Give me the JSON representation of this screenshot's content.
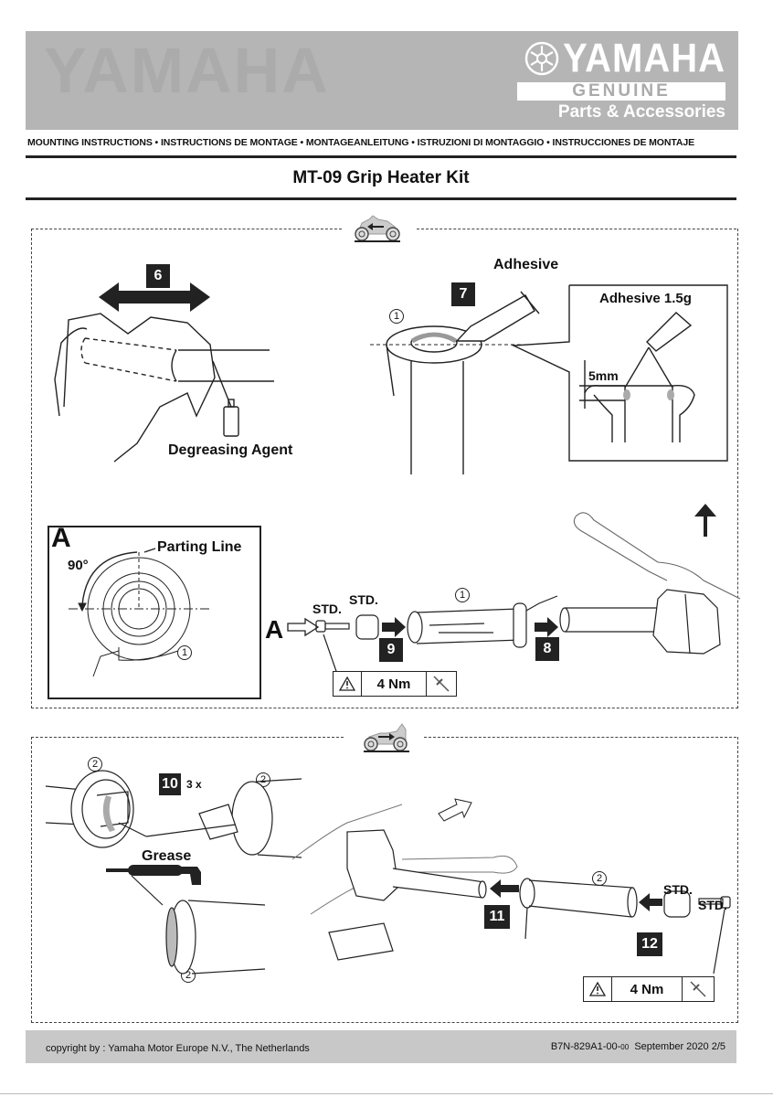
{
  "header": {
    "brand_name": "YAMAHA",
    "brand_line2": "GENUINE",
    "brand_line3": "Parts & Accessories",
    "logo_icon": "tuning-fork-emblem-icon",
    "ghost_text": "YAMAHA"
  },
  "languages_line": "MOUNTING INSTRUCTIONS  •  INSTRUCTIONS DE MONTAGE  •  MONTAGEANLEITUNG  •  ISTRUZIONI DI MONTAGGIO  •  INSTRUCCIONES DE MONTAJE",
  "title": "MT-09  Grip Heater Kit",
  "panel1": {
    "side_icon": "motorcycle-left-side-icon",
    "step6": {
      "number": "6",
      "label": "Degreasing Agent"
    },
    "step7": {
      "number": "7",
      "label": "Adhesive",
      "callout": "1",
      "detail_label": "Adhesive 1.5g",
      "detail_dimension": "5mm"
    },
    "detail_a": {
      "letter": "A",
      "parting_line": "Parting Line",
      "angle": "90°",
      "callout": "1"
    },
    "assembly": {
      "view_letter": "A",
      "std_bolt": "STD.",
      "std_weight": "STD.",
      "callout": "1",
      "step9": "9",
      "step8": "8",
      "torque": "4 Nm"
    }
  },
  "panel2": {
    "side_icon": "motorcycle-right-side-icon",
    "step10": {
      "number": "10",
      "repeat": "3 x",
      "label": "Grease",
      "callouts": [
        "2",
        "2",
        "2"
      ]
    },
    "step11": {
      "number": "11"
    },
    "step12": {
      "number": "12",
      "callout": "2",
      "std_weight": "STD.",
      "std_bolt": "STD.",
      "torque": "4 Nm"
    }
  },
  "footer": {
    "copyright": "copyright by :  Yamaha Motor Europe N.V., The Netherlands",
    "doc_code": "B7N-829A1-00-",
    "doc_code_suffix": "00",
    "date_page": "September 2020 2/5"
  }
}
